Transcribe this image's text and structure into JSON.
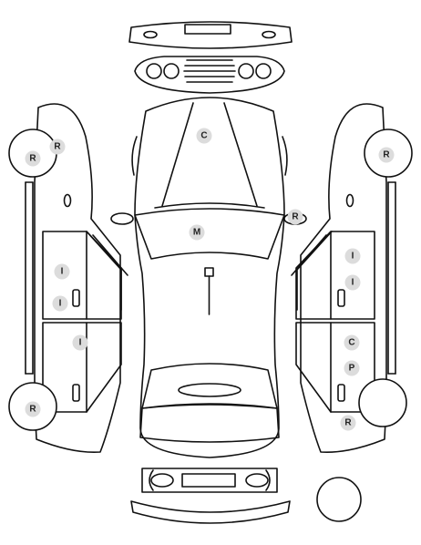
{
  "marker_color": "#dcdcdc",
  "line_color": "#111111",
  "markers": [
    {
      "id": "roof",
      "code": "C"
    },
    {
      "id": "hood",
      "code": "M"
    },
    {
      "id": "right-mirror",
      "code": "R"
    },
    {
      "id": "left-front-wheel-upper",
      "code": "R"
    },
    {
      "id": "left-front-wheel",
      "code": "R"
    },
    {
      "id": "left-front-door-upper",
      "code": "I"
    },
    {
      "id": "left-front-door-lower",
      "code": "I"
    },
    {
      "id": "left-rear-door",
      "code": "I"
    },
    {
      "id": "left-rear-wheel",
      "code": "R"
    },
    {
      "id": "right-front-wheel",
      "code": "R"
    },
    {
      "id": "right-front-door-upper",
      "code": "I"
    },
    {
      "id": "right-front-door-lower",
      "code": "I"
    },
    {
      "id": "right-rear-door-upper",
      "code": "C"
    },
    {
      "id": "right-rear-door-lower",
      "code": "P"
    },
    {
      "id": "right-rear-wheel",
      "code": "R"
    }
  ]
}
